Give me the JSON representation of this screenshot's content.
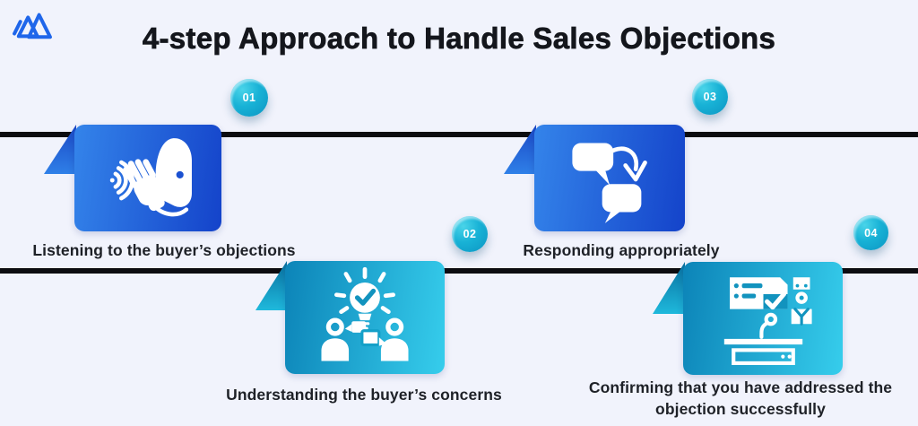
{
  "title": "4-step Approach to Handle Sales Objections",
  "brand": {
    "logo": "mountain-peaks-logo"
  },
  "steps": [
    {
      "number": "01",
      "label": "Listening to the buyer’s objections",
      "icon": "listening-ear-hand-icon",
      "theme": "blue"
    },
    {
      "number": "02",
      "label": "Understanding the buyer’s concerns",
      "icon": "idea-discussion-icon",
      "theme": "cyan"
    },
    {
      "number": "03",
      "label": "Responding appropriately",
      "icon": "reply-chat-arrow-icon",
      "theme": "blue"
    },
    {
      "number": "04",
      "label": "Confirming that you have addressed the objection successfully",
      "icon": "confirmation-desk-checklist-icon",
      "theme": "cyan"
    }
  ],
  "colors": {
    "background": "#f1f3fc",
    "title_text": "#14161c",
    "label_text": "#1e2127",
    "timeline_line": "#0c0c10",
    "blue_card_start": "#3484ea",
    "blue_card_end": "#1443ca",
    "blue_fold_start": "#1a47c4",
    "blue_fold_end": "#2f80e8",
    "cyan_card_start": "#0c84b8",
    "cyan_card_end": "#36cdec",
    "cyan_fold_start": "#086f9e",
    "cyan_fold_end": "#1fb9dc",
    "badge_start": "#49d4e9",
    "badge_end": "#0c95c2",
    "logo_blue": "#1f66ea",
    "icon_white": "#ffffff"
  }
}
